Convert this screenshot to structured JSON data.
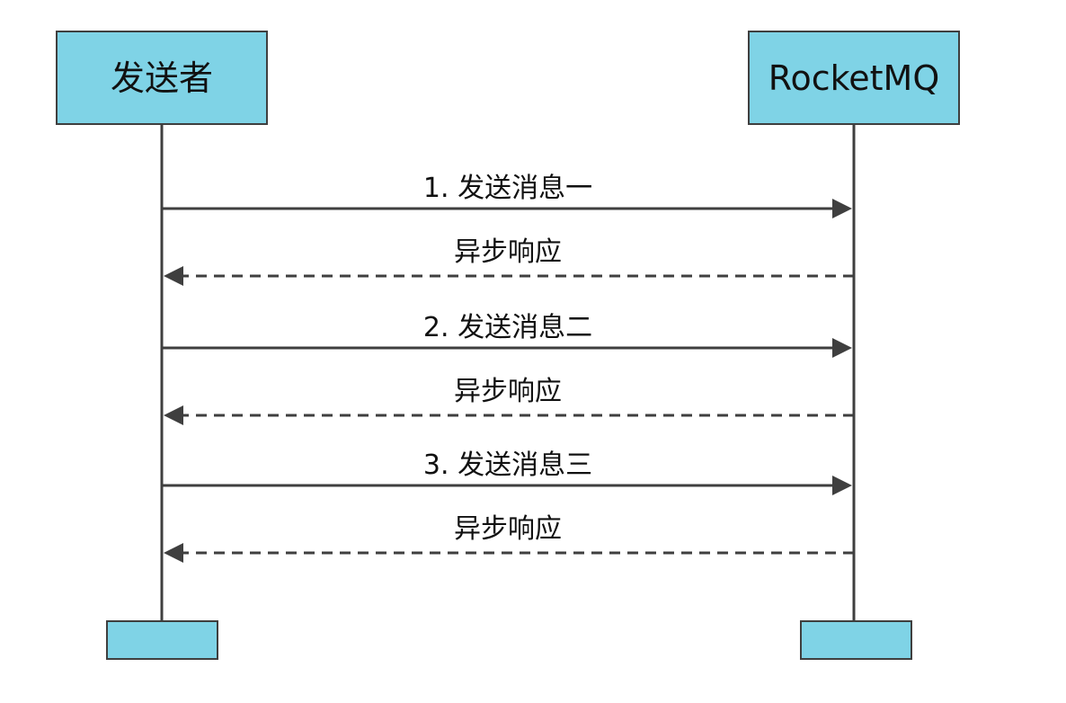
{
  "diagram": {
    "participants": [
      {
        "id": "sender",
        "label": "发送者"
      },
      {
        "id": "rocketmq",
        "label": "RocketMQ"
      }
    ],
    "messages": [
      {
        "from": "sender",
        "to": "rocketmq",
        "label": "1. 发送消息一",
        "style": "solid"
      },
      {
        "from": "rocketmq",
        "to": "sender",
        "label": "异步响应",
        "style": "dashed"
      },
      {
        "from": "sender",
        "to": "rocketmq",
        "label": "2. 发送消息二",
        "style": "solid"
      },
      {
        "from": "rocketmq",
        "to": "sender",
        "label": "异步响应",
        "style": "dashed"
      },
      {
        "from": "sender",
        "to": "rocketmq",
        "label": "3. 发送消息三",
        "style": "solid"
      },
      {
        "from": "rocketmq",
        "to": "sender",
        "label": "异步响应",
        "style": "dashed"
      }
    ],
    "colors": {
      "box_fill": "#7fd3e6",
      "line": "#3f3f3f"
    }
  }
}
